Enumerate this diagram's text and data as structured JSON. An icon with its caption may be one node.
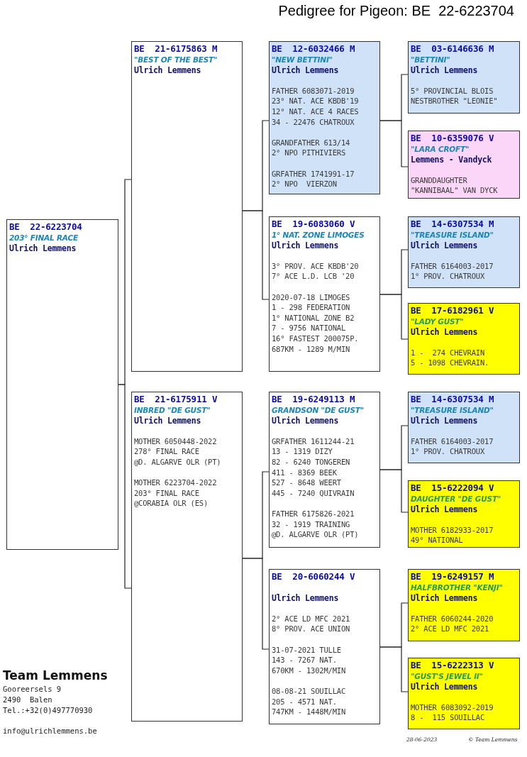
{
  "diagram": {
    "title": "Pedigree for Pigeon: BE  22-6223704",
    "nodes": [
      {
        "text": [
          "BE  22-6223704",
          "203° FINAL RACE",
          "Ulrich Lemmens"
        ]
      },
      {
        "text": [
          "BE  21-6175863 M",
          "\"BEST OF THE BEST\"",
          "Ulrich Lemmens"
        ]
      },
      {
        "text": [
          "BE  12-6032466 M",
          "\"NEW BETTINI\"",
          "Ulrich Lemmens",
          "FATHER 6083071-2019",
          "23° NAT. ACE KBDB'19",
          "12° NAT. ACE 4 RACES",
          "34 - 22476 CHATROUX",
          "GRANDFATHER 613/14",
          "2° NPO PITHIVIERS",
          "GRFATHER 1741991-17",
          "2° NPO  VIERZON"
        ]
      },
      {
        "text": [
          "BE  03-6146636 M",
          "\"BETTINI\"",
          "Ulrich Lemmens",
          "5° PROVINCIAL BLOIS",
          "NESTBROTHER \"LEONIE\""
        ]
      },
      {
        "text": [
          "BE  10-6359076 V",
          "\"LARA CROFT\"",
          "Lemmens - Vandyck",
          "GRANDDAUGHTER",
          "\"KANNIBAAL\" VAN DYCK"
        ]
      },
      {
        "text": [
          "BE  19-6083060 V",
          "1° NAT. ZONE LIMOGES",
          "Ulrich Lemmens",
          "3° PROV. ACE KBDB'20",
          "7° ACE L.D. LCB '20",
          "2020-07-18 LIMOGES",
          "1 - 298 FEDERATION",
          "1° NATIONAL ZONE B2",
          "7 - 9756 NATIONAL",
          "16° FASTEST 200075P.",
          "687KM - 1289 M/MIN"
        ]
      },
      {
        "text": [
          "BE  14-6307534 M",
          "\"TREASURE ISLAND\"",
          "Ulrich Lemmens",
          "FATHER 6164003-2017",
          "1° PROV. CHATROUX"
        ]
      },
      {
        "text": [
          "BE  17-6182961 V",
          "\"LADY GUST\"",
          "Ulrich Lemmens",
          "1 -  274 CHEVRAIN",
          "5 - 1098 CHEVRAIN."
        ]
      },
      {
        "text": [
          "BE  21-6175911 V",
          "INBRED \"DE GUST\"",
          "Ulrich Lemmens",
          "MOTHER 6050448-2022",
          "278° FINAL RACE",
          "@D. ALGARVE OLR (PT)",
          "MOTHER 6223704-2022",
          "203° FINAL RACE",
          "@CORABIA OLR (ES)"
        ]
      },
      {
        "text": [
          "BE  19-6249113 M",
          "GRANDSON \"DE GUST\"",
          "Ulrich Lemmens",
          "GRFATHER 1611244-21",
          "13 - 1319 DIZY",
          "82 - 6240 TONGEREN",
          "411 - 8369 BEEK",
          "527 - 8648 WEERT",
          "445 - 7240 QUIVRAIN",
          "FATHER 6175826-2021",
          "32 - 1919 TRAINING",
          "@D. ALGARVE OLR (PT)"
        ]
      },
      {
        "text": [
          "BE  14-6307534 M",
          "\"TREASURE ISLAND\"",
          "Ulrich Lemmens",
          "FATHER 6164003-2017",
          "1° PROV. CHATROUX"
        ]
      },
      {
        "text": [
          "BE  15-6222094 V",
          "DAUGHTER \"DE GUST\"",
          "Ulrich Lemmens",
          "MOTHER 6182933-2017",
          "49° NATIONAL"
        ]
      },
      {
        "text": [
          "BE  20-6060244 V",
          "Ulrich Lemmens",
          "2° ACE LD MFC 2021",
          "8° PROV. ACE UNION",
          "31-07-2021 TULLE",
          "143 - 7267 NAT.",
          "670KM - 1302M/MIN",
          "08-08-21 SOUILLAC",
          "205 - 4571 NAT.",
          "747KM - 1448M/MIN"
        ]
      },
      {
        "text": [
          "BE  19-6249157 M",
          "HALFBROTHER \"KENJI\"",
          "Ulrich Lemmens",
          "FATHER 6060244-2020",
          "2° ACE LD MFC 2021"
        ]
      },
      {
        "text": [
          "BE  15-6222313 V",
          "\"GUST'S JEWEL II\"",
          "Ulrich Lemmens",
          "MOTHER 6083092-2019",
          "8 -  115 SOUILLAC"
        ]
      }
    ],
    "edges": [
      {
        "from": 0,
        "to": 1,
        "arrow": "none"
      },
      {
        "from": 0,
        "to": 8,
        "arrow": "none"
      },
      {
        "from": 1,
        "to": 2,
        "arrow": "none"
      },
      {
        "from": 1,
        "to": 5,
        "arrow": "none"
      },
      {
        "from": 2,
        "to": 3,
        "arrow": "none"
      },
      {
        "from": 2,
        "to": 4,
        "arrow": "none"
      },
      {
        "from": 5,
        "to": 6,
        "arrow": "none"
      },
      {
        "from": 5,
        "to": 7,
        "arrow": "none"
      },
      {
        "from": 8,
        "to": 9,
        "arrow": "none"
      },
      {
        "from": 8,
        "to": 12,
        "arrow": "none"
      },
      {
        "from": 9,
        "to": 10,
        "arrow": "none"
      },
      {
        "from": 9,
        "to": 11,
        "arrow": "none"
      },
      {
        "from": 12,
        "to": 13,
        "arrow": "none"
      },
      {
        "from": 12,
        "to": 14,
        "arrow": "none"
      }
    ],
    "labels": [
      "Team Lemmens",
      "Gooreersels 9",
      "2490  Balen",
      "Tel.:+32(0)497770930",
      "info@ulrichlemmens.be",
      "28-06-2023",
      "© Team Lemmens"
    ]
  }
}
